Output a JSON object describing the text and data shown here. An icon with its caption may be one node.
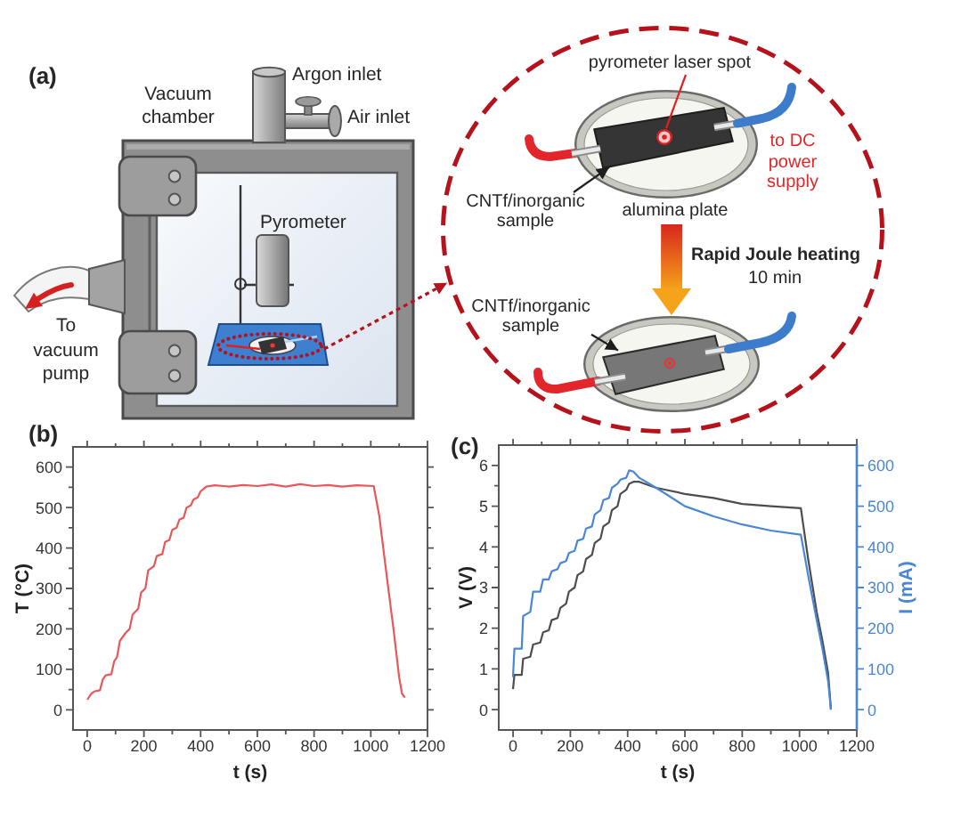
{
  "diagram": {
    "nodes": [
      {
        "text": [],
        "shape": "ellipse"
      },
      {
        "text": [],
        "shape": "circle"
      },
      {
        "text": [
          "pyrometer laser spot"
        ],
        "in": 1
      },
      {
        "text": [
          "alumina plate"
        ],
        "in": 1
      },
      {
        "text": [],
        "shape": "box",
        "in": 3
      },
      {
        "text": [],
        "shape": "circle",
        "in": 4
      },
      {
        "text": [
          "CNTf/inorganic sample"
        ],
        "in": 1
      },
      {
        "text": [],
        "shape": "ellipse",
        "in": 1
      },
      {
        "text": [],
        "shape": "box",
        "in": 7
      },
      {
        "text": [
          "CNTf/inorganic sample"
        ],
        "in": 1
      }
    ],
    "edges": [
      {
        "from": 0,
        "to": 1,
        "arrow": "to",
        "style": "dashed",
        "color": "#b5121b"
      },
      {
        "from": 2,
        "to": 5,
        "arrow": "none",
        "color": "#e02020"
      },
      {
        "from": 6,
        "to": 4,
        "arrow": "to"
      },
      {
        "from": 3,
        "to": 7,
        "arrow": "to",
        "style": "thick",
        "color": "#f5a31a"
      },
      {
        "from": 9,
        "to": 8,
        "arrow": "to"
      }
    ],
    "labels": [
      "(a)",
      "Argon inlet",
      "Vacuum chamber",
      "Air inlet",
      "to DC power supply",
      "Pyrometer",
      "Rapid Joule heating",
      "10 min",
      "To vacuum pump",
      "(b)",
      "(c)"
    ],
    "chart_data": [
      {
        "type": "line",
        "xlabel": "t (s)",
        "ylabel": "T (°C)",
        "xlim": [
          -50,
          1200
        ],
        "ylim": [
          -50,
          650
        ],
        "xticks": [
          0,
          200,
          400,
          600,
          800,
          1000,
          1200
        ],
        "yticks": [
          0,
          100,
          200,
          300,
          400,
          500,
          600
        ],
        "x": [
          0,
          15,
          25,
          45,
          55,
          65,
          85,
          95,
          105,
          115,
          135,
          150,
          160,
          180,
          190,
          205,
          215,
          235,
          245,
          265,
          275,
          290,
          300,
          315,
          325,
          340,
          350,
          365,
          375,
          390,
          400,
          420,
          450,
          500,
          550,
          600,
          650,
          700,
          750,
          800,
          850,
          900,
          950,
          1010,
          1030,
          1060,
          1080,
          1100,
          1110,
          1120
        ],
        "series": [
          {
            "color": "#e8585a",
            "values": [
              25,
              40,
              45,
              48,
              75,
              85,
              88,
              120,
              130,
              170,
              190,
              200,
              235,
              250,
              290,
              300,
              345,
              355,
              380,
              385,
              415,
              420,
              445,
              450,
              470,
              475,
              500,
              505,
              520,
              525,
              540,
              552,
              555,
              552,
              556,
              553,
              557,
              552,
              558,
              553,
              556,
              552,
              555,
              553,
              480,
              310,
              200,
              80,
              40,
              30
            ]
          }
        ]
      },
      {
        "type": "line",
        "xlabel": "t (s)",
        "ylabel": "V (V)",
        "y2label": "I (mA)",
        "xlim": [
          -50,
          1200
        ],
        "ylim": [
          -0.5,
          6.5
        ],
        "y2lim": [
          -50,
          650
        ],
        "xticks": [
          0,
          200,
          400,
          600,
          800,
          1000,
          1200
        ],
        "yticks": [
          0,
          1,
          2,
          3,
          4,
          5,
          6
        ],
        "y2ticks": [
          0,
          100,
          200,
          300,
          400,
          500,
          600
        ],
        "x": [
          0,
          5,
          30,
          35,
          60,
          70,
          95,
          105,
          125,
          135,
          155,
          165,
          185,
          195,
          215,
          225,
          245,
          255,
          275,
          285,
          305,
          315,
          335,
          345,
          365,
          375,
          395,
          405,
          420,
          440,
          500,
          600,
          700,
          800,
          900,
          1005,
          1030,
          1060,
          1080,
          1100,
          1110
        ],
        "series": [
          {
            "color": "#4d4d4d",
            "values": [
              0.5,
              0.85,
              0.85,
              1.25,
              1.3,
              1.6,
              1.65,
              1.9,
              1.95,
              2.2,
              2.25,
              2.5,
              2.6,
              2.9,
              3.0,
              3.3,
              3.4,
              3.7,
              3.8,
              4.1,
              4.2,
              4.5,
              4.6,
              4.9,
              5.0,
              5.3,
              5.4,
              5.55,
              5.6,
              5.6,
              5.45,
              5.3,
              5.2,
              5.05,
              5.0,
              4.95,
              3.7,
              2.4,
              1.7,
              0.9,
              0.0
            ]
          },
          {
            "color": "#4a86d6",
            "axis": "y2",
            "values": [
              80,
              150,
              150,
              230,
              240,
              290,
              290,
              320,
              320,
              340,
              345,
              360,
              365,
              385,
              390,
              415,
              420,
              445,
              450,
              480,
              490,
              515,
              520,
              545,
              555,
              565,
              570,
              588,
              585,
              570,
              545,
              500,
              475,
              455,
              440,
              430,
              330,
              220,
              150,
              70,
              0
            ]
          }
        ]
      }
    ]
  }
}
